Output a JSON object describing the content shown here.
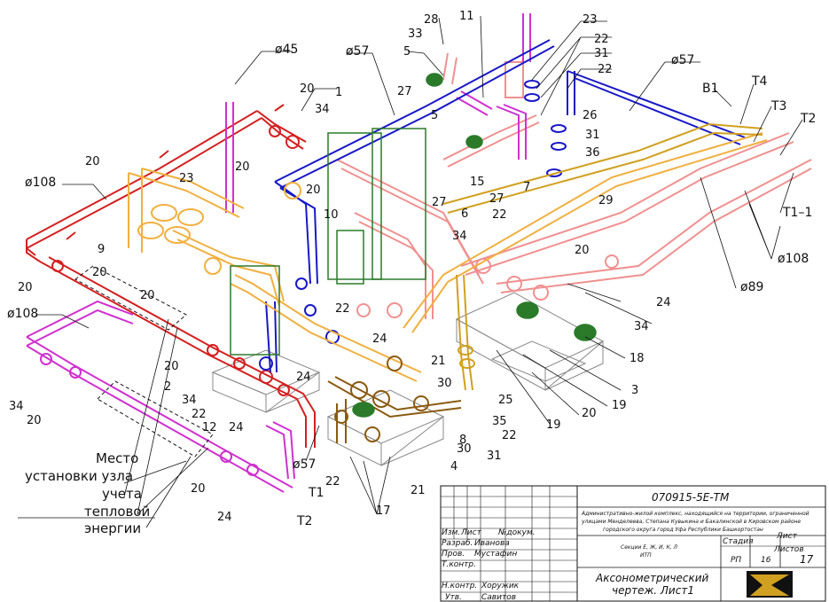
{
  "colors": {
    "red": "#d42020",
    "pink": "#f09090",
    "magenta": "#d030d0",
    "blue": "#1818c8",
    "orange": "#f0b040",
    "gold": "#d0a020",
    "brown": "#8a5a10",
    "green": "#2a7a2a",
    "grey": "#888888"
  },
  "labels": {
    "d45": "ø45",
    "d57_top": "ø57",
    "d57_right": "ø57",
    "d57_bottom": "ø57",
    "d108_left": "ø108",
    "d108_left2": "ø108",
    "d108_right": "ø108",
    "d89": "ø89",
    "n28": "28",
    "n33": "33",
    "n11": "11",
    "n23a": "23",
    "n22a": "22",
    "n31a": "31",
    "n22b": "22",
    "n5a": "5",
    "n20a": "20",
    "n34a": "34",
    "n1": "1",
    "n27a": "27",
    "n5b": "5",
    "n26": "26",
    "n31b": "31",
    "n36": "36",
    "n15": "15",
    "n27b": "27",
    "n7": "7",
    "n22c": "22",
    "n20b": "20",
    "n23b": "23",
    "n20c": "20",
    "n20d": "20",
    "n10": "10",
    "n27c": "27",
    "n6": "6",
    "n9": "9",
    "n20e": "20",
    "n20f": "20",
    "n20g": "20",
    "n29": "29",
    "n34b": "34",
    "n20h": "20",
    "n22d": "22",
    "n24a": "24",
    "n34c": "34",
    "n20i": "20",
    "n2": "2",
    "n34d": "34",
    "n22e": "22",
    "n12": "12",
    "n24b": "24",
    "n24c": "24",
    "n21a": "21",
    "n30a": "30",
    "n25": "25",
    "n35": "35",
    "n22f": "22",
    "n8": "8",
    "n30b": "30",
    "n31c": "31",
    "n4": "4",
    "n21b": "21",
    "n22g": "22",
    "n17": "17",
    "n20j": "20",
    "n24d": "24",
    "n34e": "34",
    "n20k": "20",
    "n18": "18",
    "n3": "3",
    "n19a": "19",
    "n20l": "20",
    "n19b": "19",
    "n24e": "24",
    "n34f": "34",
    "n20m": "20",
    "B1": "B1",
    "T4": "T4",
    "T3": "T3",
    "T2": "T2",
    "T1_1": "T1–1",
    "T1": "T1",
    "T2b": "T2"
  },
  "note": {
    "line1": "Место",
    "line2": "установки узла",
    "line3": "учета",
    "line4": "тепловой",
    "line5": "энергии"
  },
  "title_block": {
    "code": "070915-5Е-ТМ",
    "description_1": "Административно-жилой комплекс, находящийся на территории, ограниченной",
    "description_2": "улицами Менделеева, Степана Кувыкина и Бакалинской в Кировском районе",
    "description_3": "городского округа город Уфа Республики Башкортостан",
    "sections_1": "Секции Е, Ж, И, К, Л",
    "sections_2": "ИТП",
    "hdr_izm": "Изм.",
    "hdr_list": "Лист",
    "hdr_ndok": "№докум.",
    "razrab_role": "Разраб.",
    "razrab_name": "Иванова",
    "prov_role": "Пров.",
    "prov_name": "Мустафин",
    "tkontr_role": "Т.контр.",
    "nkontr_role": "Н.контр.",
    "nkontr_name": "Хоружик",
    "utv_role": "Утв.",
    "utv_name": "Савитов",
    "stadia": "Стадия",
    "list": "Лист",
    "listov": "Листов",
    "stadia_val": "РП",
    "list_val": "16",
    "listov_val": "17",
    "sheet_title_1": "Аксонометрический",
    "sheet_title_2": "чертеж. Лист1"
  }
}
